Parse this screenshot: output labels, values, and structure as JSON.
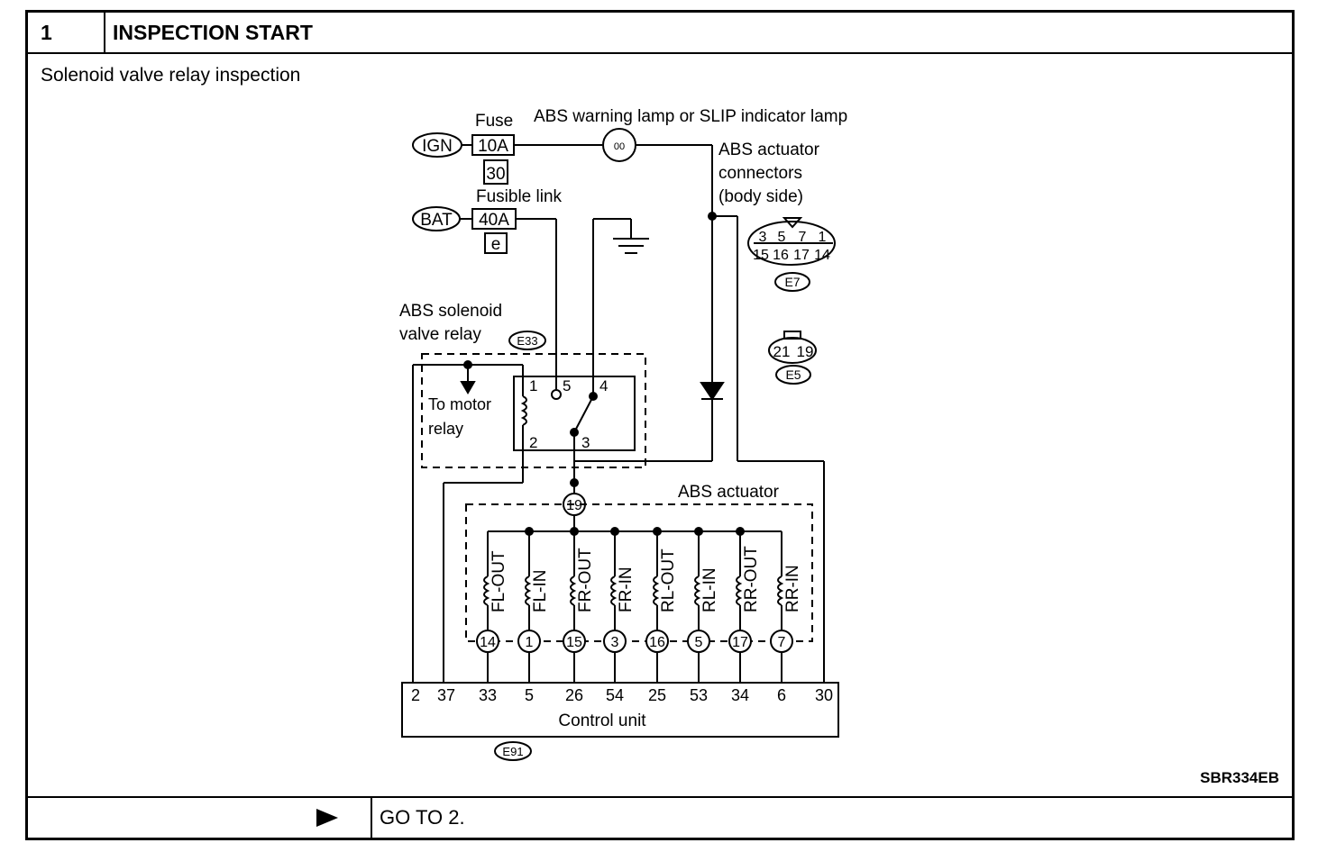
{
  "header": {
    "step_number": "1",
    "title": "INSPECTION START"
  },
  "subtitle": "Solenoid valve relay inspection",
  "figure_ref": "SBR334EB",
  "footer": {
    "action": "GO TO 2."
  },
  "diagram": {
    "fuse_label": "Fuse",
    "warning_lamp_label": "ABS warning lamp or SLIP indicator lamp",
    "ign_label": "IGN",
    "fuse_rating": "10A",
    "fuse_number": "30",
    "fusible_link_label": "Fusible link",
    "bat_label": "BAT",
    "link_rating": "40A",
    "link_letter": "e",
    "actuator_connectors_line1": "ABS actuator",
    "actuator_connectors_line2": "connectors",
    "actuator_connectors_line3": "(body side)",
    "e7_top_pins": [
      "3",
      "5",
      "7",
      "1"
    ],
    "e7_bottom_pins": [
      "15",
      "16",
      "17",
      "14"
    ],
    "e7_label": "E7",
    "e5_pins": [
      "21",
      "19"
    ],
    "e5_label": "E5",
    "relay_label_line1": "ABS solenoid",
    "relay_label_line2": "valve relay",
    "relay_connector": "E33",
    "motor_relay_line1": "To motor",
    "motor_relay_line2": "relay",
    "relay_terminals": [
      "1",
      "5",
      "4",
      "2",
      "3"
    ],
    "actuator_label": "ABS actuator",
    "actuator_common_pin": "19",
    "solenoids": [
      {
        "name": "FL-OUT",
        "pin": "14",
        "cu_terminal": "33"
      },
      {
        "name": "FL-IN",
        "pin": "1",
        "cu_terminal": "5"
      },
      {
        "name": "FR-OUT",
        "pin": "15",
        "cu_terminal": "26"
      },
      {
        "name": "FR-IN",
        "pin": "3",
        "cu_terminal": "54"
      },
      {
        "name": "RL-OUT",
        "pin": "16",
        "cu_terminal": "25"
      },
      {
        "name": "RL-IN",
        "pin": "5",
        "cu_terminal": "53"
      },
      {
        "name": "RR-OUT",
        "pin": "17",
        "cu_terminal": "34"
      },
      {
        "name": "RR-IN",
        "pin": "7",
        "cu_terminal": "6"
      }
    ],
    "cu_terminal_2": "2",
    "cu_terminal_37": "37",
    "cu_terminal_30": "30",
    "control_unit_label": "Control unit",
    "control_unit_connector": "E91",
    "lamp_symbol": "00"
  }
}
